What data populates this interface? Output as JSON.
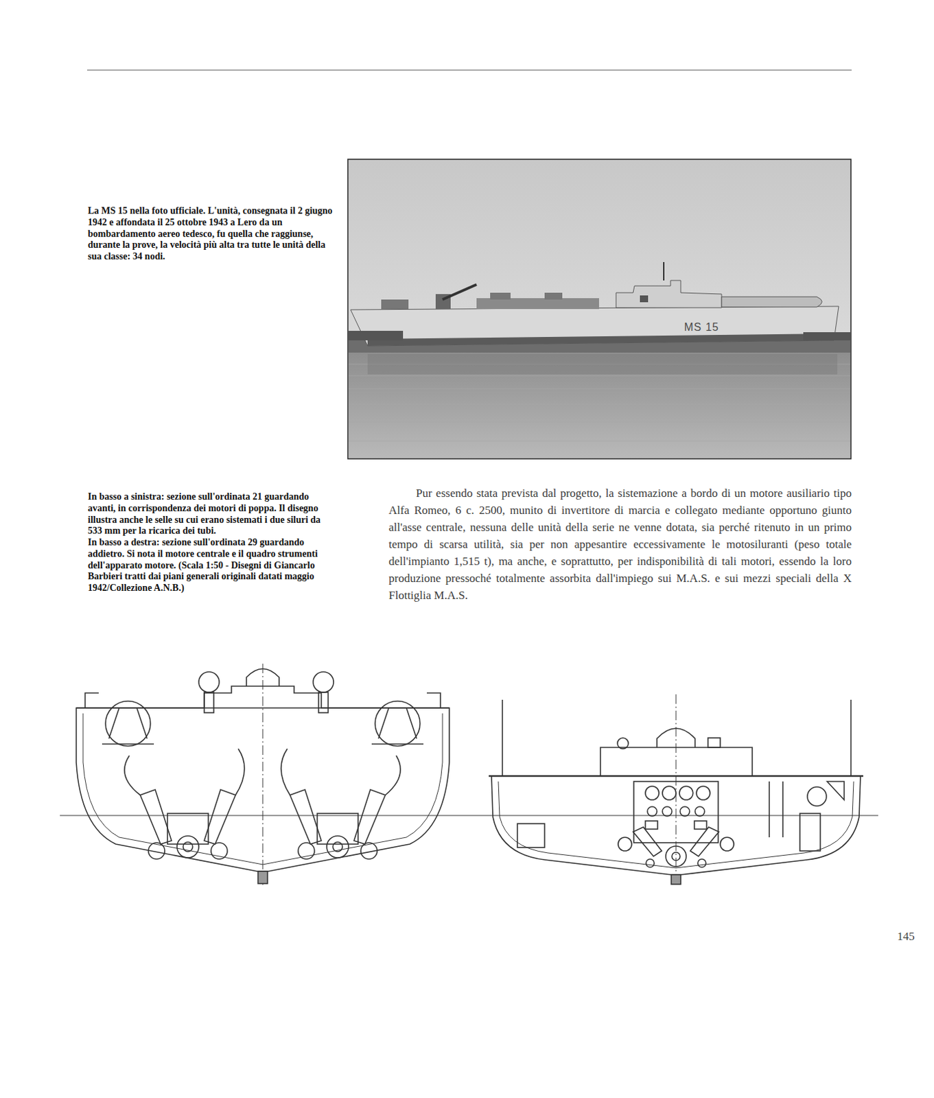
{
  "diagram": {
    "caption": "La MS 15 nella foto ufficiale. L'unità, consegnata il 2 giugno 1942 e affondata il 25 ottobre 1943 a Lero da un bombardamento aereo tedesco, fu quella che raggiunse, durante la prove, la velocità più alta tra tutte le unità della sua classe: 34 nodi.",
    "labels": [
      "MS 15",
      "In basso a sinistra: sezione sull'ordinata 21 guardando avanti, in corrispondenza dei motori di poppa. Il disegno illustra anche le selle su cui erano sistemati i due siluri da 533 mm per la ricarica dei tubi.",
      "In basso a destra: sezione sull'ordinata 29 guardando addietro. Si nota il motore centrale e il quadro strumenti dell'apparato motore. (Scala 1:50 - Disegni di Giancarlo Barbieri tratti dai piani generali originali datati maggio 1942/Collezione A.N.B.)",
      "Pur essendo stata prevista dal progetto, la sistemazione a bordo di un motore ausiliario tipo Alfa Romeo, 6 c. 2500, munito di invertitore di marcia e collegato mediante opportuno giunto all'asse centrale, nessuna delle unità della serie ne venne dotata, sia perché ritenuto in un primo tempo di scarsa utilità, sia per non appesantire eccessivamente le motosiluranti (peso totale dell'impianto 1,515 t), ma anche, e soprattutto, per indisponibilità di tali motori, essendo la loro produzione pressoché totalmente assorbita dall'impiego sui M.A.S. e sui mezzi speciali della X Flottiglia M.A.S.",
      "145"
    ]
  }
}
